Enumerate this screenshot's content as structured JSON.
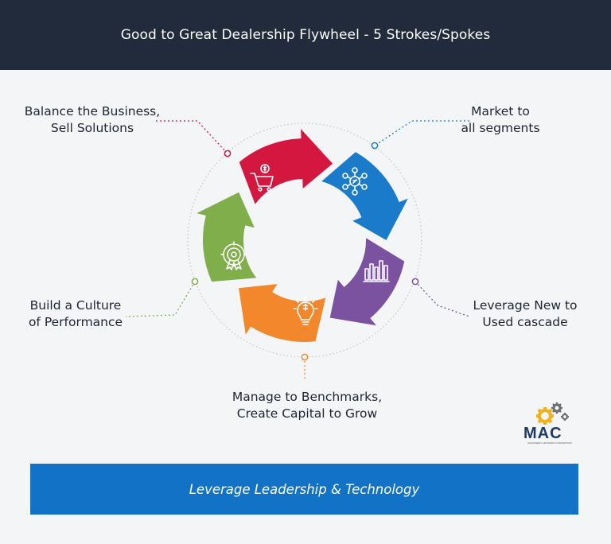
{
  "header": {
    "title": "Good to Great Dealership Flywheel - 5 Strokes/Spokes"
  },
  "spokes": [
    {
      "line1": "Balance the Business,",
      "line2": "Sell Solutions",
      "color": "#d4173f",
      "icon": "shopping-cart-dollar-icon"
    },
    {
      "line1": "Market to",
      "line2": "all segments",
      "color": "#1a7bcb",
      "icon": "network-people-icon"
    },
    {
      "line1": "Leverage New to",
      "line2": "Used cascade",
      "color": "#7a52a0",
      "icon": "bar-chart-icon"
    },
    {
      "line1": "Manage to Benchmarks,",
      "line2": "Create Capital to Grow",
      "color": "#f3872b",
      "icon": "lightbulb-dollar-icon"
    },
    {
      "line1": "Build a Culture",
      "line2": "of Performance",
      "color": "#7fae4a",
      "icon": "target-award-icon"
    }
  ],
  "logo": {
    "text": "MAC",
    "subtitle": "MACHINERY ADVISORS CONSORTIUM"
  },
  "banner": {
    "text": "Leverage Leadership & Technology"
  }
}
